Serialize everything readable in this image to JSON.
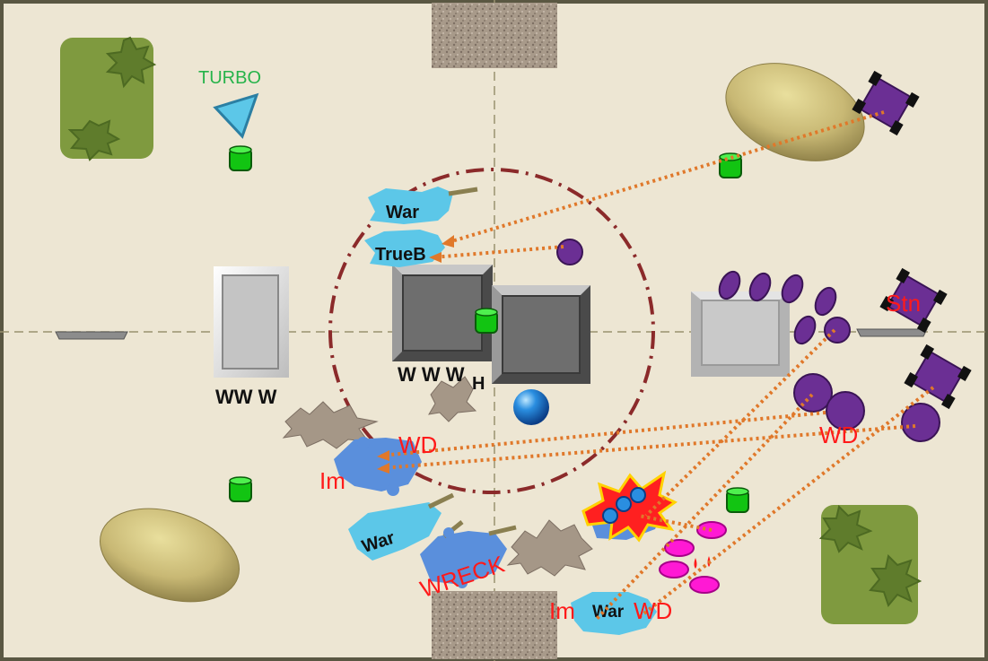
{
  "colors": {
    "board": "#ede6d3",
    "border": "#5a5742",
    "forest": "#7f9a3f",
    "ally": "#5cc7e8",
    "ally_damaged": "#5a8fdc",
    "enemy": "#6b2f94",
    "fire_line": "#e0782a",
    "status_red": "#ff1a1a",
    "objective": "#12c412",
    "turbo": "#26b34a",
    "arena_ring": "#8b2a2a"
  },
  "labels": {
    "turbo": "TURBO",
    "war_top": "War",
    "trueb": "TrueB",
    "war_bottom": "War",
    "war_bottom_right": "War",
    "wd_left": "WD",
    "im_left": "Im",
    "wreck": "WRECK",
    "im_bottom": "Im",
    "wd_bottom": "WD",
    "wd_right": "WD",
    "stn": "Stn",
    "wreck_left_w": "WW W",
    "wreck_mid_w": "W W W",
    "wreck_mid_h": "H"
  }
}
